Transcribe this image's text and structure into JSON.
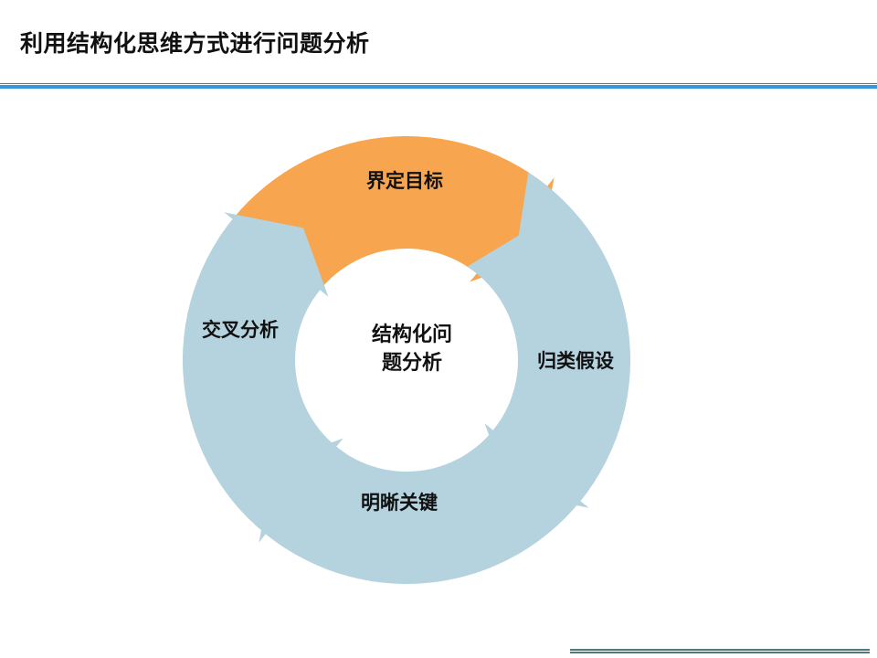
{
  "title": "利用结构化思维方式进行问题分析",
  "diagram": {
    "center_label_line1": "结构化问",
    "center_label_line2": "题分析",
    "steps": [
      {
        "label": "界定目标",
        "color": "#F7A54F"
      },
      {
        "label": "归类假设",
        "color": "#B4D3DE"
      },
      {
        "label": "明晰关键",
        "color": "#B4D3DE"
      },
      {
        "label": "交叉分析",
        "color": "#B4D3DE"
      }
    ]
  }
}
